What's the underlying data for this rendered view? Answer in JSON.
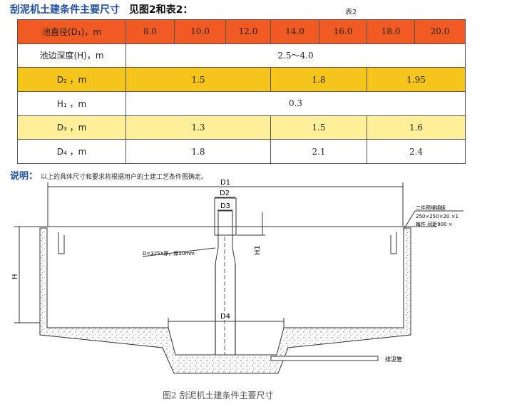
{
  "heading": {
    "title": "刮泥机土建条件主要尺寸",
    "reference": "见图2和表2：",
    "table_number": "表2"
  },
  "table": {
    "header_row": {
      "label": "池直径(D₁)，m",
      "diameters": [
        "8.0",
        "10.0",
        "12.0",
        "14.0",
        "16.0",
        "18.0",
        "20.0"
      ]
    },
    "depth_row": {
      "label": "池边深度(H)，m",
      "value": "2.5～4.0"
    },
    "d2_row": {
      "label": "D₂ ，m",
      "values": [
        "1.5",
        "1.8",
        "1.95"
      ]
    },
    "h1_row": {
      "label": "H₁ ，m",
      "value": "0.3"
    },
    "d3_row": {
      "label": "D₃ ，m",
      "values": [
        "1.3",
        "1.5",
        "1.6"
      ]
    },
    "d4_row": {
      "label": "D₄ ，m",
      "values": [
        "1.8",
        "2.1",
        "2.4"
      ]
    }
  },
  "note": {
    "label": "说明：",
    "text": "以上的具体尺寸和要求将根据用户的土建工艺条件图确定。"
  },
  "drawing": {
    "dim_labels": {
      "d1": "D1",
      "d2": "D2",
      "d3": "D3",
      "d4": "D4",
      "h": "H",
      "h1": "H1"
    },
    "callouts": {
      "pipe": "D=325X厚，厚20mm",
      "embed_line1": "二件预埋钢板",
      "embed_line2": "250×250×20 ×1",
      "embed_line3": "每件 间距900 ×"
    },
    "outlet_label": "排泥管"
  },
  "figure_caption": "图2  刮泥机土建条件主要尺寸",
  "colors": {
    "title_blue": "#1f4f9c",
    "header_orange": "#f15a22",
    "gold_row": "#f6c51b",
    "pale_yellow_row": "#ffef99"
  }
}
